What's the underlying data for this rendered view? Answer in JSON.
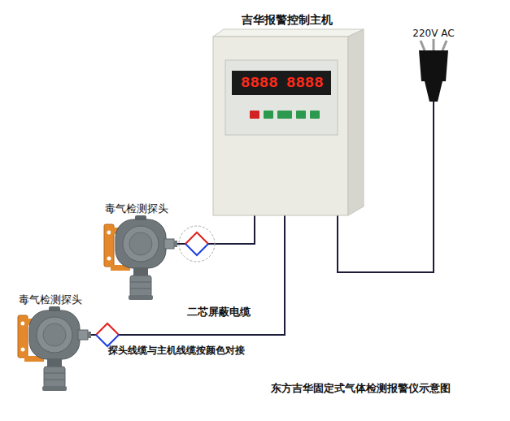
{
  "diagram": {
    "caption": "东方吉华固定式气体检测报警仪示意图",
    "nodes": [
      {
        "text": [
          "吉华报警控制主机"
        ]
      },
      {
        "text": [
          "220V AC"
        ]
      },
      {
        "text": [
          "毒气检测探头"
        ]
      },
      {
        "text": [
          "毒气检测探头"
        ]
      }
    ],
    "edges": [
      {
        "from": 1,
        "to": 0,
        "arrow": "none"
      },
      {
        "from": 2,
        "to": 0,
        "arrow": "none"
      },
      {
        "from": 3,
        "to": 0,
        "arrow": "none"
      }
    ],
    "labels": [
      "8888",
      "8888",
      "二芯屏蔽电缆",
      "探头线缆与主机线缆按颜色对接"
    ]
  }
}
